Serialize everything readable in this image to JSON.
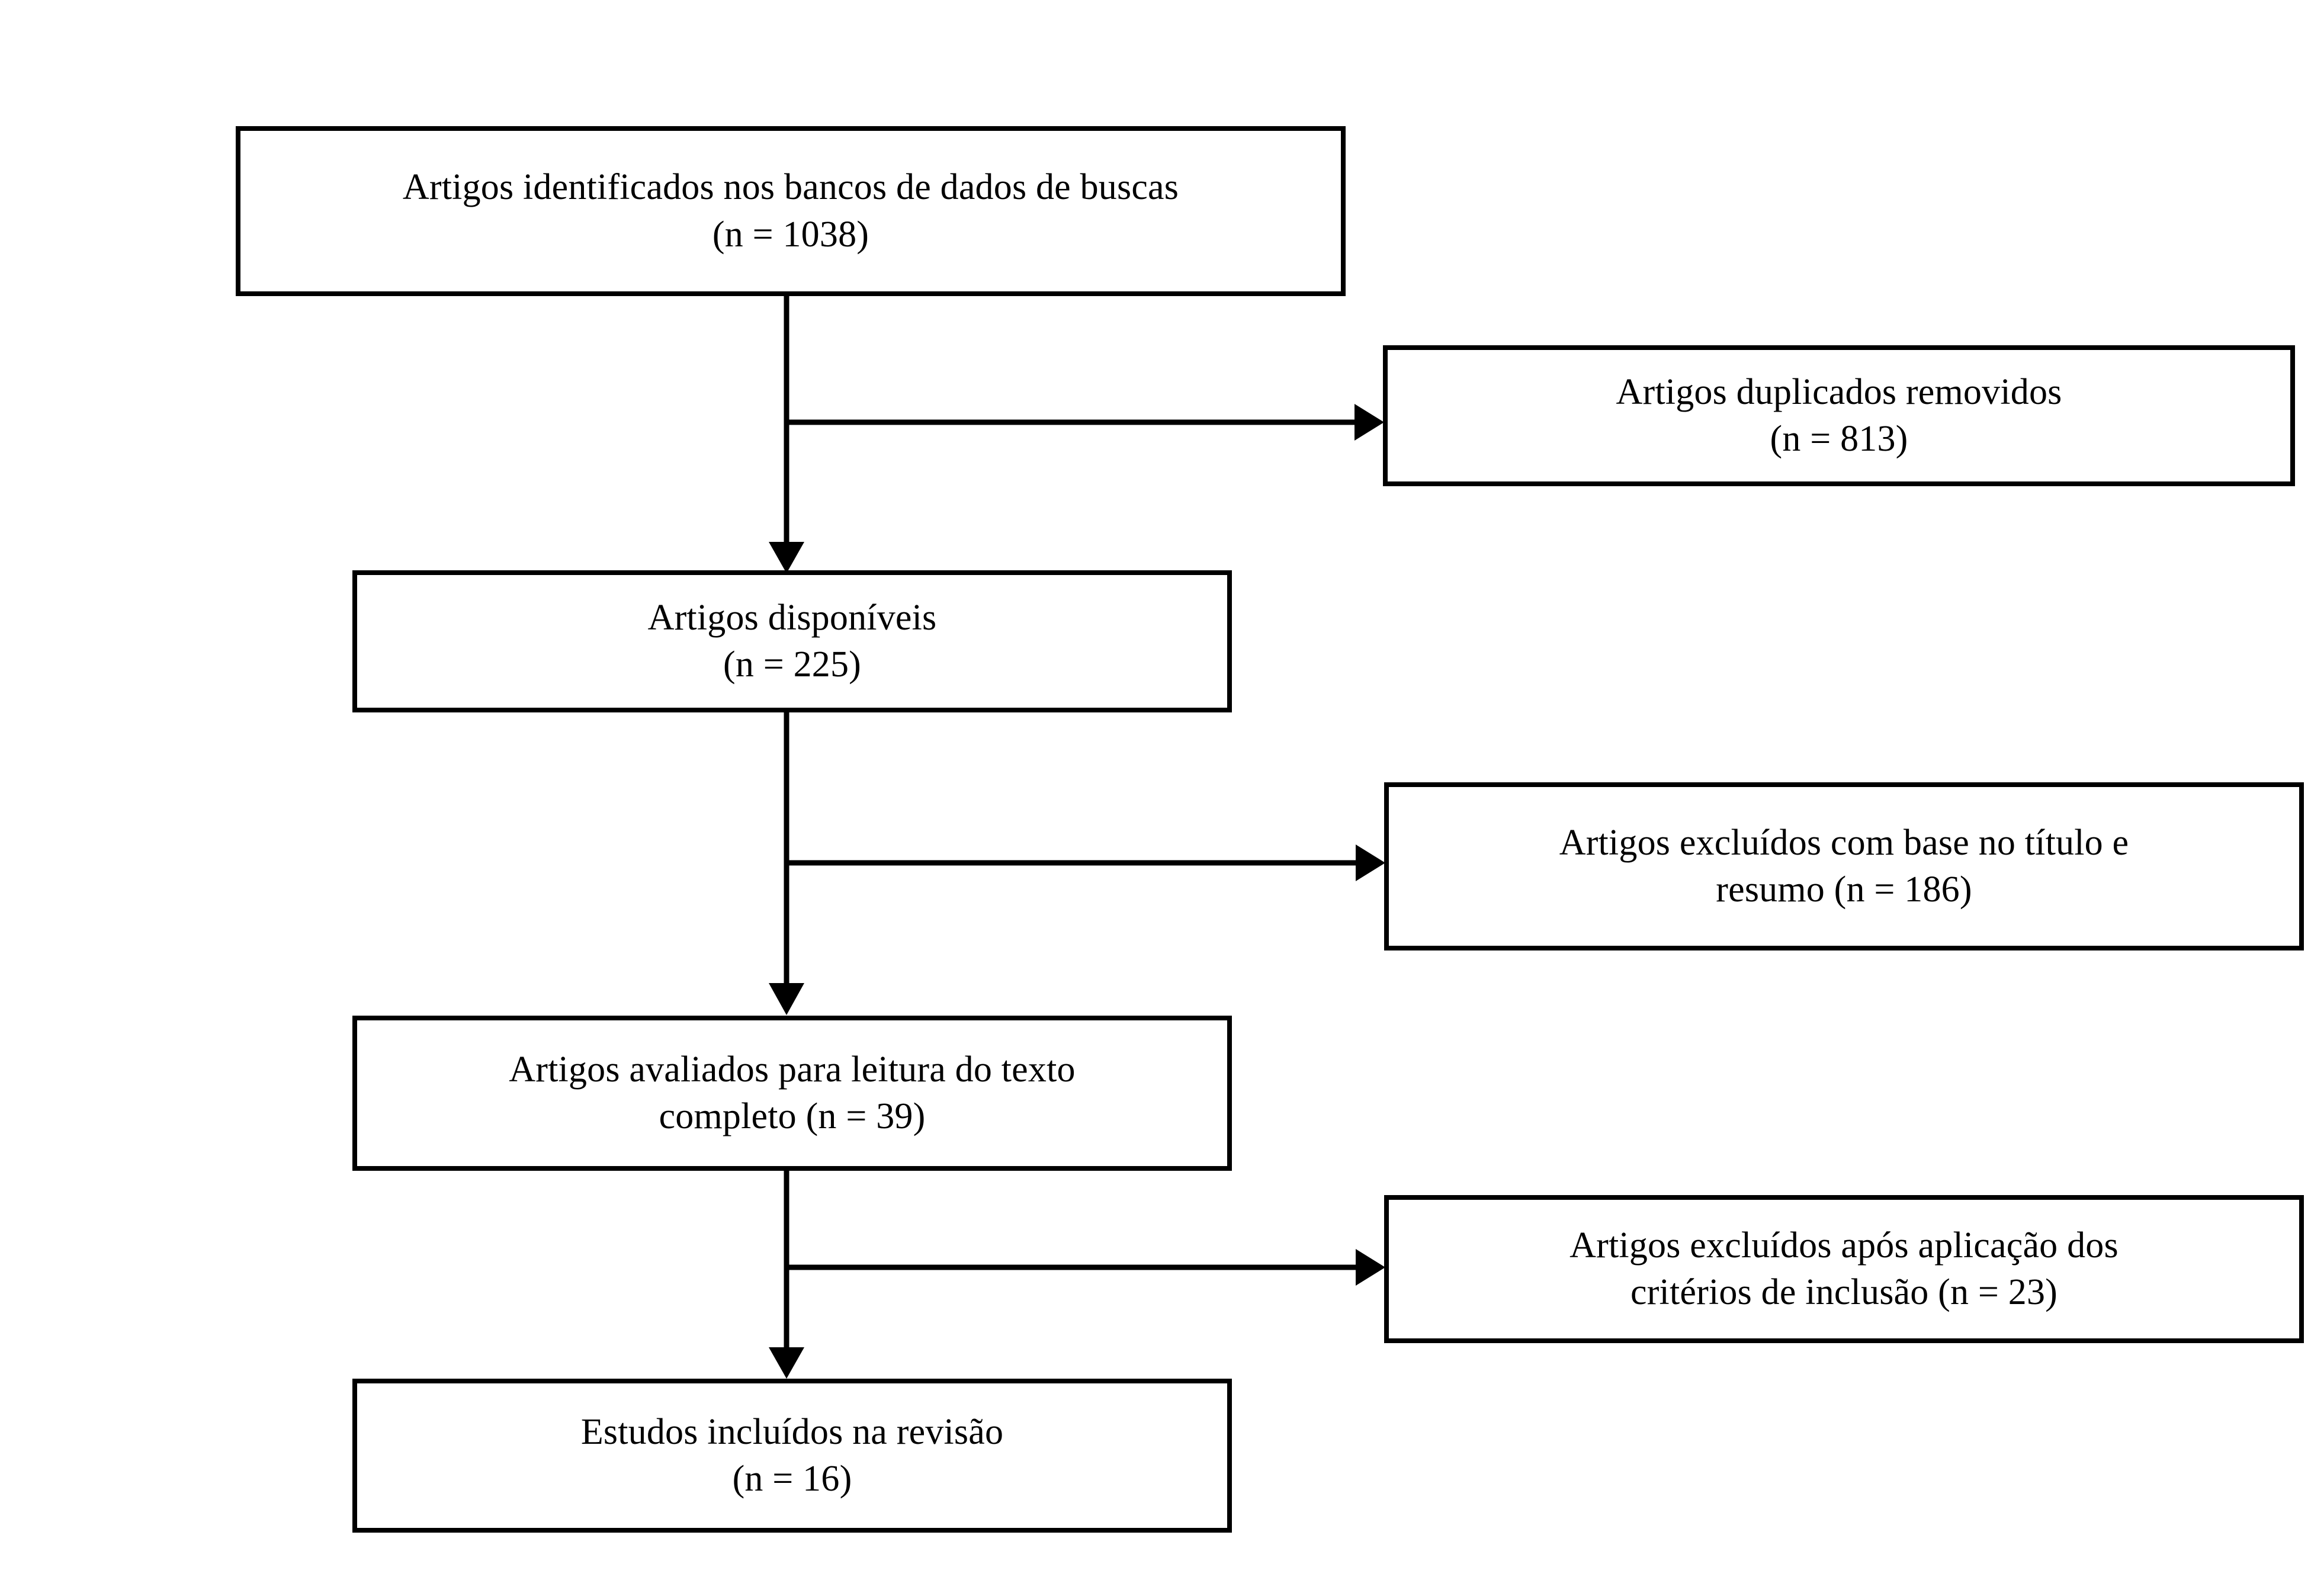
{
  "diagram": {
    "type": "prisma-flow-diagram",
    "language": "pt-BR",
    "background_color": "#ffffff",
    "line_color": "#000000",
    "text_color": "#000000",
    "boxes": [
      {
        "id": "identified",
        "line1": "Artigos identificados nos bancos de dados de buscas",
        "line2": "(n = 1038)",
        "n": 1038
      },
      {
        "id": "duplicates-removed",
        "line1": "Artigos duplicados removidos",
        "line2": "(n = 813)",
        "n": 813
      },
      {
        "id": "available",
        "line1": "Artigos disponíveis",
        "line2": "(n = 225)",
        "n": 225
      },
      {
        "id": "excluded-title-abstract",
        "line1": "Artigos excluídos com base no título e",
        "line2": "resumo (n = 186)",
        "n": 186
      },
      {
        "id": "assessed-fulltext",
        "line1": "Artigos avaliados para leitura do texto",
        "line2": "completo (n = 39)",
        "n": 39
      },
      {
        "id": "excluded-criteria",
        "line1": "Artigos excluídos após aplicação dos",
        "line2": "critérios de inclusão (n = 23)",
        "n": 23
      },
      {
        "id": "included-studies",
        "line1": "Estudos incluídos na revisão",
        "line2": "(n = 16)",
        "n": 16
      }
    ],
    "connectors": [
      {
        "id": "identified-to-available",
        "kind": "arrow-down"
      },
      {
        "id": "identified-to-duplicates",
        "kind": "arrow-right"
      },
      {
        "id": "available-to-assessed",
        "kind": "arrow-down"
      },
      {
        "id": "available-to-excluded-title",
        "kind": "arrow-right"
      },
      {
        "id": "assessed-to-included",
        "kind": "arrow-down"
      },
      {
        "id": "assessed-to-excluded-criteria",
        "kind": "arrow-right"
      }
    ]
  }
}
